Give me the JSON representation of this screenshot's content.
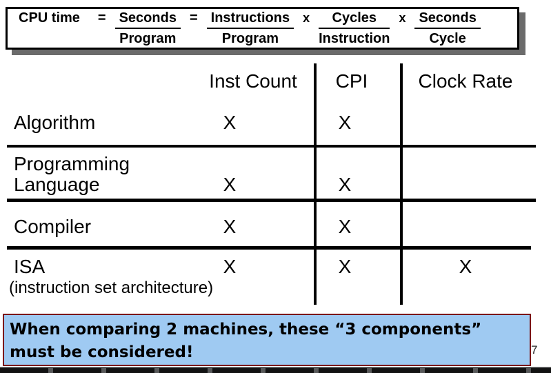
{
  "slide": {
    "formula": {
      "lhs": "CPU time",
      "equals": "=",
      "times": "x",
      "fractions": [
        {
          "numerator": "Seconds",
          "denominator": "Program"
        },
        {
          "numerator": "Instructions",
          "denominator": "Program"
        },
        {
          "numerator": "Cycles",
          "denominator": "Instruction"
        },
        {
          "numerator": "Seconds",
          "denominator": "Cycle"
        }
      ]
    },
    "table": {
      "columns": [
        "Inst Count",
        "CPI",
        "Clock Rate"
      ],
      "rows": [
        {
          "label_lines": [
            "Algorithm"
          ],
          "marks": [
            "X",
            "X",
            ""
          ]
        },
        {
          "label_lines": [
            "Programming",
            "Language"
          ],
          "marks": [
            "X",
            "X",
            ""
          ]
        },
        {
          "label_lines": [
            "Compiler"
          ],
          "marks": [
            "X",
            "X",
            ""
          ]
        },
        {
          "label_lines": [
            "ISA"
          ],
          "sublabel": "(instruction set architecture)",
          "marks": [
            "X",
            "X",
            "X"
          ]
        }
      ]
    },
    "callout": {
      "line1": "When comparing 2 machines, these “3 components”",
      "line2": "must be considered!"
    },
    "page_number": "7",
    "colors": {
      "callout_bg": "#9fcaf2",
      "callout_border": "#7b1215",
      "formula_shadow": "#6b6b6b",
      "strip_bg": "#58595a",
      "strip_segment": "#121212"
    }
  }
}
